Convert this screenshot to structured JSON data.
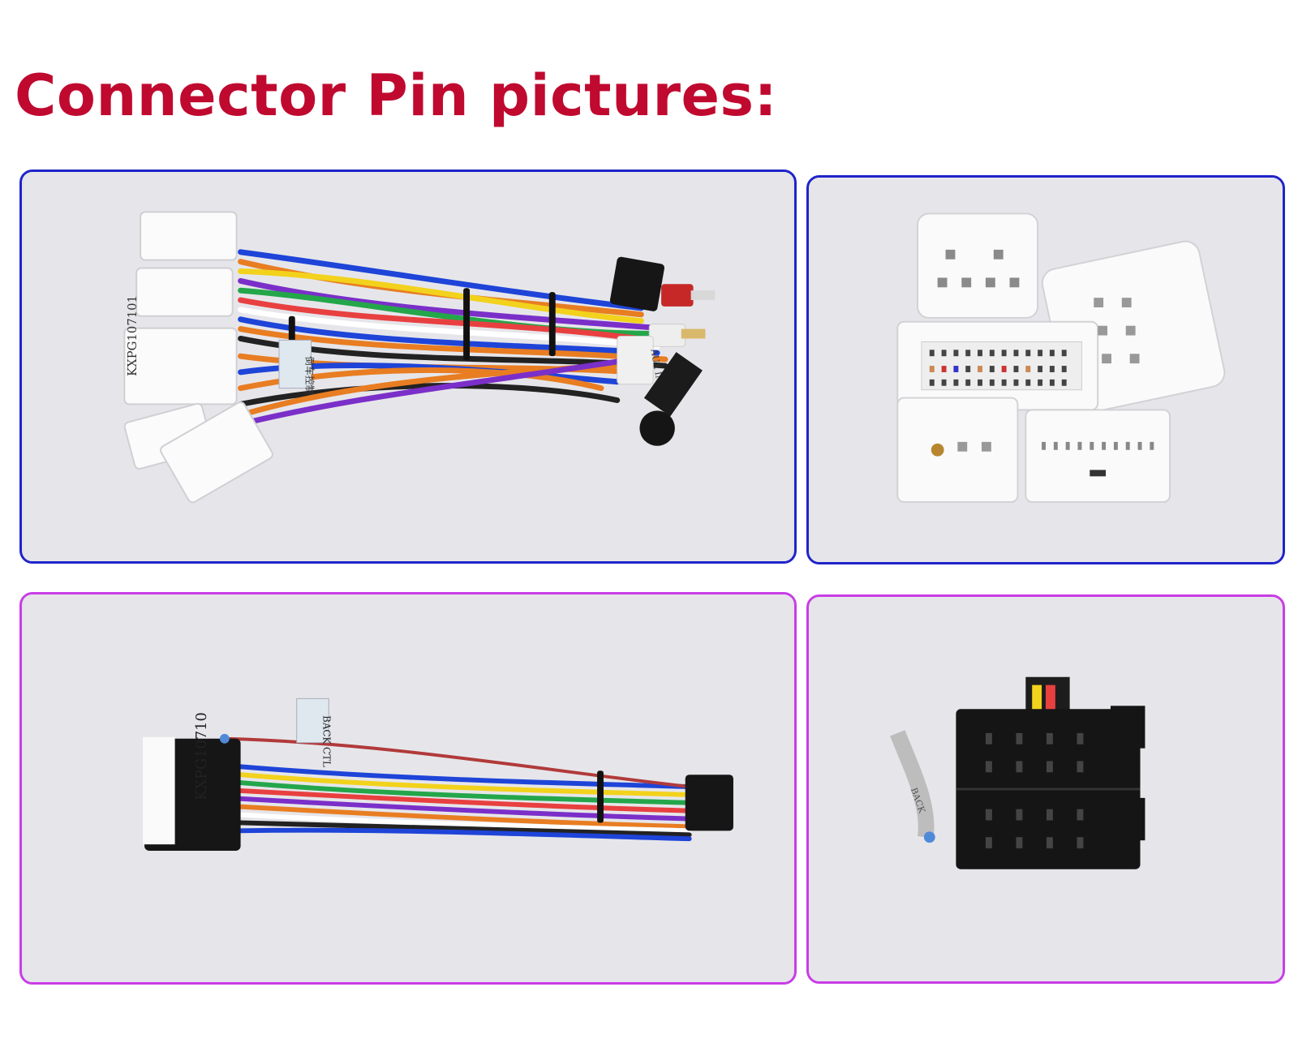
{
  "page": {
    "title": "Connector Pin pictures:"
  },
  "colors": {
    "title": "#c0092f",
    "border_top": "#1f24c9",
    "border_bottom": "#c93de6",
    "panel_bg": "#e4e4e8"
  },
  "photos": [
    {
      "label1": "KXPG107101",
      "label2": "倒车控制",
      "label3": "AUX IN R"
    },
    {},
    {
      "label1": "KXPG10710",
      "label2": "BACK CTL"
    },
    {
      "label1": "BACK"
    }
  ]
}
